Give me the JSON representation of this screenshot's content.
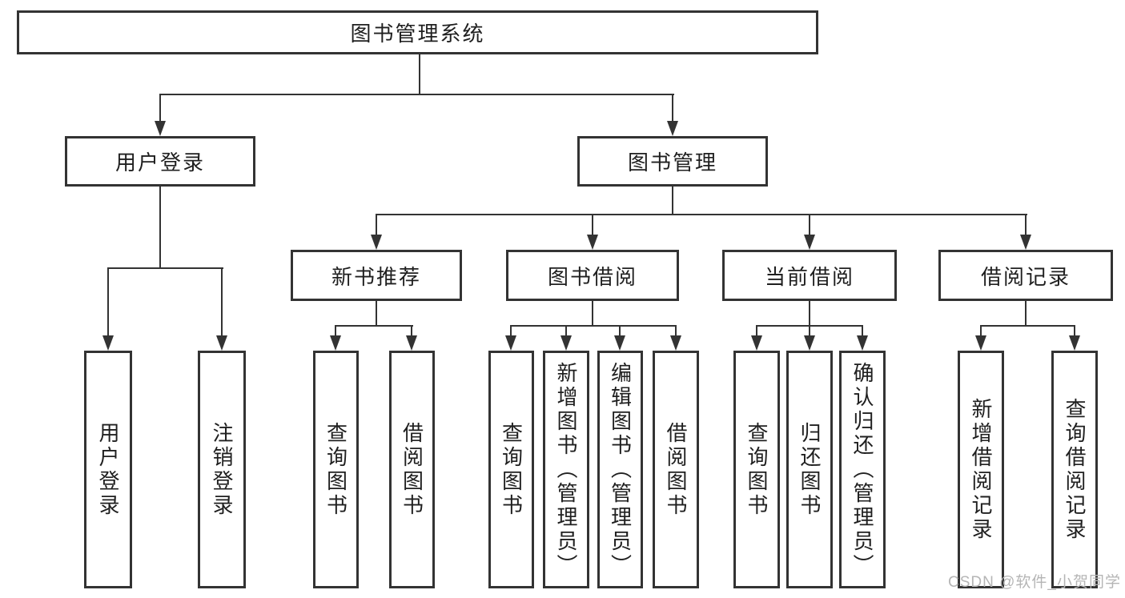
{
  "diagram_title": "图书管理系统",
  "nodes": {
    "root": {
      "label": "图书管理系统"
    },
    "level2": [
      {
        "id": "user-login",
        "label": "用户登录"
      },
      {
        "id": "book-management",
        "label": "图书管理"
      }
    ],
    "level3": [
      {
        "id": "new-book-recommend",
        "label": "新书推荐"
      },
      {
        "id": "book-borrowing",
        "label": "图书借阅"
      },
      {
        "id": "current-borrowing",
        "label": "当前借阅"
      },
      {
        "id": "borrowing-records",
        "label": "借阅记录"
      }
    ],
    "leaves": {
      "user_login": [
        {
          "label": "用户登录"
        },
        {
          "label": "注销登录"
        }
      ],
      "new_book_recommend": [
        {
          "label": "查询图书"
        },
        {
          "label": "借阅图书"
        }
      ],
      "book_borrowing": [
        {
          "label": "查询图书"
        },
        {
          "label": "新增图书（管理员）"
        },
        {
          "label": "编辑图书（管理员）"
        },
        {
          "label": "借阅图书"
        }
      ],
      "current_borrowing": [
        {
          "label": "查询图书"
        },
        {
          "label": "归还图书"
        },
        {
          "label": "确认归还（管理员）"
        }
      ],
      "borrowing_records": [
        {
          "label": "新增借阅记录"
        },
        {
          "label": "查询借阅记录"
        }
      ]
    }
  },
  "watermark": {
    "text": "CSDN @软件_小贺同学"
  },
  "colors": {
    "line": "#333333",
    "box_border": "#333333",
    "text": "#1f1f1f",
    "background": "#ffffff",
    "watermark": "#b5b5b5"
  }
}
